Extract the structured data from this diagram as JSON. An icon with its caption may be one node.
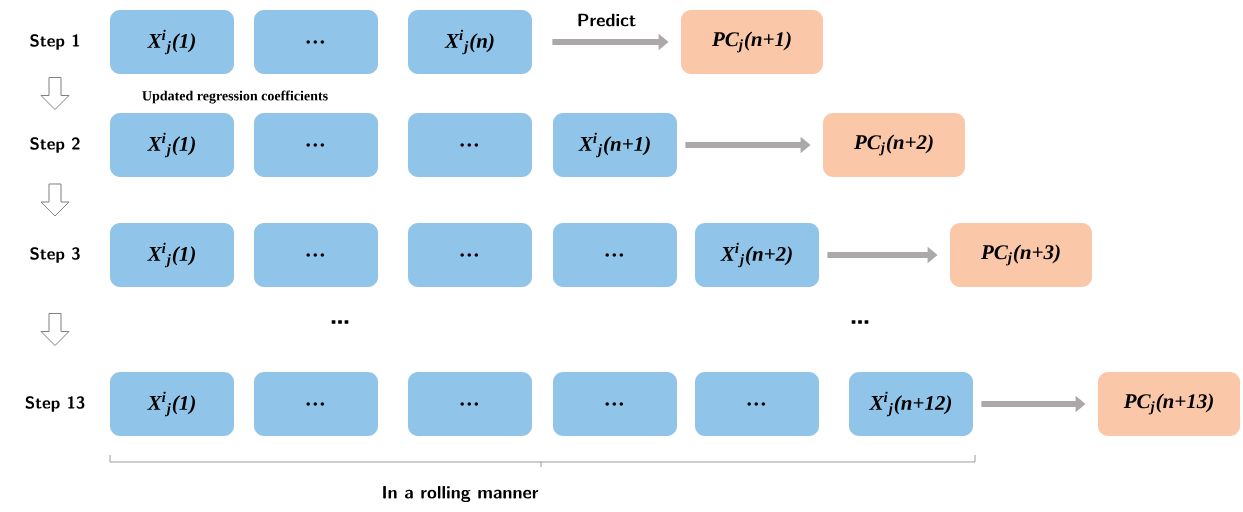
{
  "diagram": {
    "nodes": [
      {
        "text": [
          "Step 1"
        ]
      },
      {
        "text": [
          "X$^{i}$$_{j}$(1)"
        ]
      },
      {
        "text": [
          "…"
        ]
      },
      {
        "text": [
          "X$^{i}$$_{j}$(n)"
        ]
      },
      {
        "text": [
          "PC$_{j}$(n+1)"
        ]
      },
      {
        "text": [
          "Step 2"
        ]
      },
      {
        "text": [
          "X$^{i}$$_{j}$(1)"
        ]
      },
      {
        "text": [
          "…"
        ]
      },
      {
        "text": [
          "…"
        ]
      },
      {
        "text": [
          "X$^{i}$$_{j}$(n+1)"
        ]
      },
      {
        "text": [
          "PC$_{j}$(n+2)"
        ]
      },
      {
        "text": [
          "Step 3"
        ]
      },
      {
        "text": [
          "X$^{i}$$_{j}$(1)"
        ]
      },
      {
        "text": [
          "…"
        ]
      },
      {
        "text": [
          "…"
        ]
      },
      {
        "text": [
          "…"
        ]
      },
      {
        "text": [
          "X$^{i}$$_{j}$(n+2)"
        ]
      },
      {
        "text": [
          "PC$_{j}$(n+3)"
        ]
      },
      {
        "text": [
          "Step 13"
        ]
      },
      {
        "text": [
          "X$^{i}$$_{j}$(1)"
        ]
      },
      {
        "text": [
          "…"
        ]
      },
      {
        "text": [
          "…"
        ]
      },
      {
        "text": [
          "…"
        ]
      },
      {
        "text": [
          "…"
        ]
      },
      {
        "text": [
          "X$^{i}$$_{j}$(n+12)"
        ]
      },
      {
        "text": [
          "PC$_{j}$(n+13)"
        ]
      }
    ],
    "edges": [
      {
        "from": 3,
        "to": 4,
        "arrow": "to",
        "label": "Predict"
      },
      {
        "from": 9,
        "to": 10,
        "arrow": "to"
      },
      {
        "from": 16,
        "to": 17,
        "arrow": "to"
      },
      {
        "from": 24,
        "to": 25,
        "arrow": "to"
      },
      {
        "from": 0,
        "to": 5,
        "arrow": "to"
      },
      {
        "from": 5,
        "to": 11,
        "arrow": "to"
      },
      {
        "from": 11,
        "to": 18,
        "arrow": "to"
      }
    ],
    "labels": [
      "Updated regression coefficients",
      "…",
      "…",
      "In a rolling manner"
    ]
  }
}
